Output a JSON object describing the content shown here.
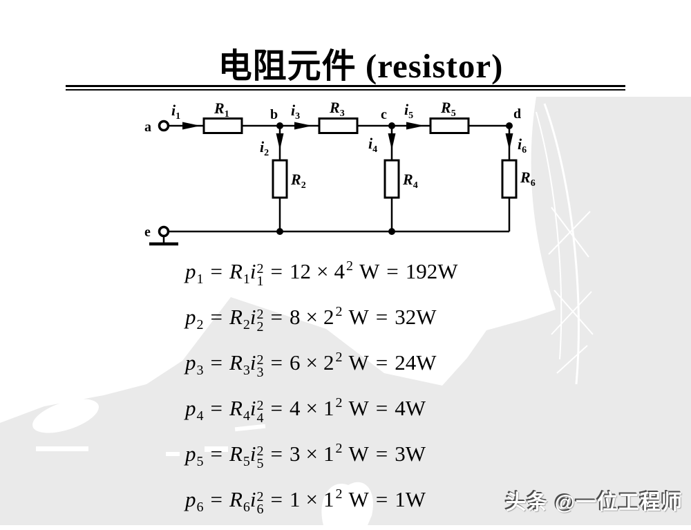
{
  "title": "电阻元件 (resistor)",
  "watermark": "头条 @一位工程师",
  "circuit": {
    "terminals": {
      "a": "a",
      "e": "e"
    },
    "nodes": {
      "b": "b",
      "c": "c",
      "d": "d"
    },
    "resistors": [
      {
        "sym": "R",
        "sub": "1"
      },
      {
        "sym": "R",
        "sub": "2"
      },
      {
        "sym": "R",
        "sub": "3"
      },
      {
        "sym": "R",
        "sub": "4"
      },
      {
        "sym": "R",
        "sub": "5"
      },
      {
        "sym": "R",
        "sub": "6"
      }
    ],
    "currents": [
      {
        "sym": "i",
        "sub": "1"
      },
      {
        "sym": "i",
        "sub": "2"
      },
      {
        "sym": "i",
        "sub": "3"
      },
      {
        "sym": "i",
        "sub": "4"
      },
      {
        "sym": "i",
        "sub": "5"
      },
      {
        "sym": "i",
        "sub": "6"
      }
    ]
  },
  "equations": {
    "symbols": {
      "p": "p",
      "R": "R",
      "i": "i",
      "eq": "=",
      "times": "×",
      "exp": "2",
      "unit": "W"
    },
    "rows": [
      {
        "sub": "1",
        "r_val": "12",
        "i_val": "4",
        "result": "192W"
      },
      {
        "sub": "2",
        "r_val": "8",
        "i_val": "2",
        "result": "32W"
      },
      {
        "sub": "3",
        "r_val": "6",
        "i_val": "2",
        "result": "24W"
      },
      {
        "sub": "4",
        "r_val": "4",
        "i_val": "1",
        "result": "4W"
      },
      {
        "sub": "5",
        "r_val": "3",
        "i_val": "1",
        "result": "3W"
      },
      {
        "sub": "6",
        "r_val": "1",
        "i_val": "1",
        "result": "1W"
      }
    ]
  },
  "colors": {
    "ink": "#000000",
    "background": "#ffffff",
    "photo_gray": "#eaeaea",
    "watermark_fill": "#ffffff",
    "watermark_shadow": "#4b4b4b"
  }
}
